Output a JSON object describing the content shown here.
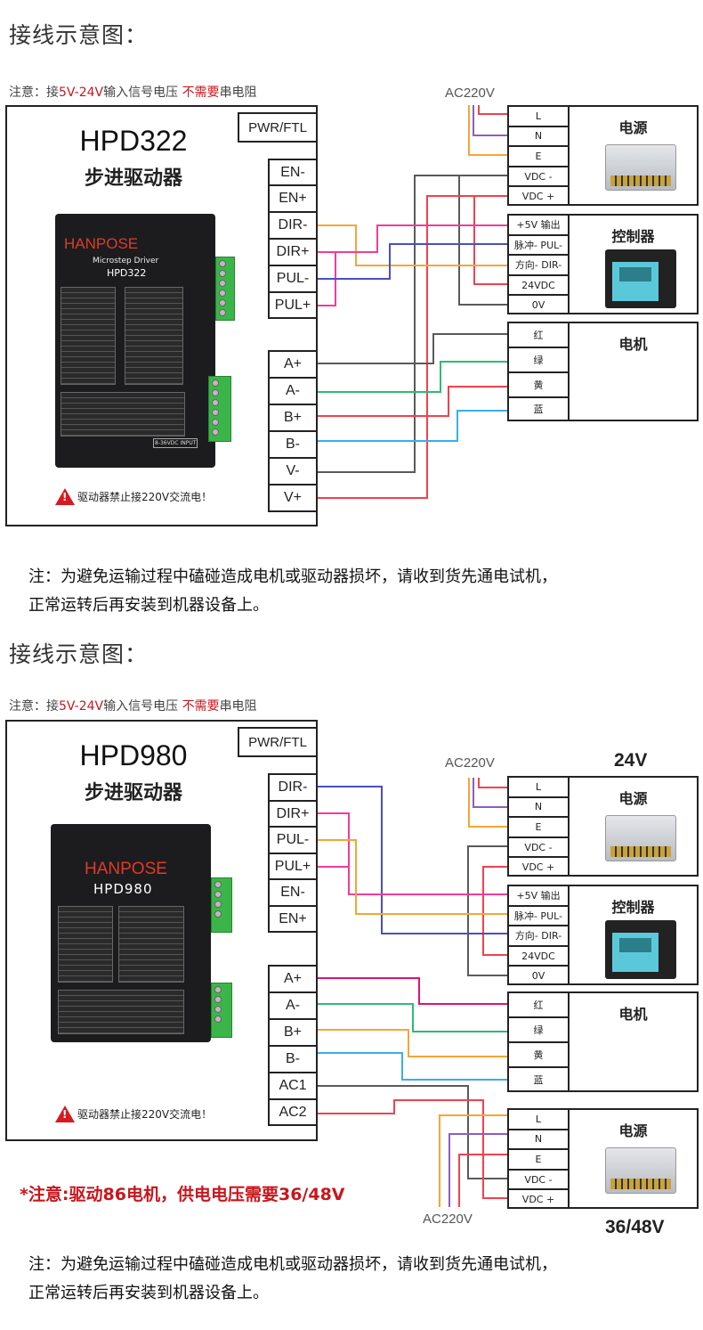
{
  "colors": {
    "red": "#f0424f",
    "purple": "#8e5cc4",
    "orange": "#f7a535",
    "gray": "#5a5a5a",
    "pink": "#ee3d9a",
    "blue": "#4a4fc0",
    "green": "#2dbb74",
    "lightblue": "#3aaee8",
    "magenta": "#d8157c",
    "warning": "#c8161d"
  },
  "d1": {
    "title": "接线示意图：",
    "note": {
      "prefix": "注意：接",
      "voltage": "5V-24V",
      "middle": "输入信号电压 ",
      "emph": "不需要",
      "suffix": "串电阻"
    },
    "model": "HPD322",
    "subtitle": "步进驱动器",
    "pwr": "PWR/FTL",
    "terminals": [
      "EN-",
      "EN+",
      "DIR-",
      "DIR+",
      "PUL-",
      "PUL+",
      "A+",
      "A-",
      "B+",
      "B-",
      "V-",
      "V+"
    ],
    "image": {
      "brand": "HANPOSE",
      "type": "Microstep Driver",
      "model": "HPD322",
      "input": "8-36VDC INPUT"
    },
    "warning": "驱动器禁止接220V交流电！",
    "ac": "AC220V",
    "power": {
      "title": "电源",
      "rows": [
        "L",
        "N",
        "E",
        "VDC -",
        "VDC +"
      ]
    },
    "controller": {
      "title": "控制器",
      "rows": [
        "+5V 输出",
        "脉冲- PUL-",
        "方向- DIR-",
        "24VDC",
        "0V"
      ]
    },
    "motor": {
      "title": "电机",
      "rows": [
        "红",
        "绿",
        "黄",
        "蓝"
      ]
    }
  },
  "d2": {
    "title": "接线示意图：",
    "note": {
      "prefix": "注意：接",
      "voltage": "5V-24V",
      "middle": "输入信号电压 ",
      "emph": "不需要",
      "suffix": "串电阻"
    },
    "model": "HPD980",
    "subtitle": "步进驱动器",
    "pwr": "PWR/FTL",
    "terminals": [
      "DIR-",
      "DIR+",
      "PUL-",
      "PUL+",
      "EN-",
      "EN+",
      "A+",
      "A-",
      "B+",
      "B-",
      "AC1",
      "AC2"
    ],
    "image": {
      "brand": "HANPOSE",
      "model": "HPD980"
    },
    "warning": "驱动器禁止接220V交流电！",
    "ac_top": "AC220V",
    "ac_bottom": "AC220V",
    "psu1_voltage": "24V",
    "psu2_voltage": "36/48V",
    "power": {
      "title": "电源",
      "rows": [
        "L",
        "N",
        "E",
        "VDC -",
        "VDC +"
      ]
    },
    "controller": {
      "title": "控制器",
      "rows": [
        "+5V 输出",
        "脉冲- PUL-",
        "方向- DIR-",
        "24VDC",
        "0V"
      ]
    },
    "motor": {
      "title": "电机",
      "rows": [
        "红",
        "绿",
        "黄",
        "蓝"
      ]
    },
    "power2": {
      "title": "电源",
      "rows": [
        "L",
        "N",
        "E",
        "VDC -",
        "VDC +"
      ]
    },
    "warning_note": "*注意:驱动86电机，供电电压需要36/48V"
  },
  "footer_note": [
    "注：为避免运输过程中磕碰造成电机或驱动器损坏，请收到货先通电试机，",
    "正常运转后再安装到机器设备上。"
  ]
}
